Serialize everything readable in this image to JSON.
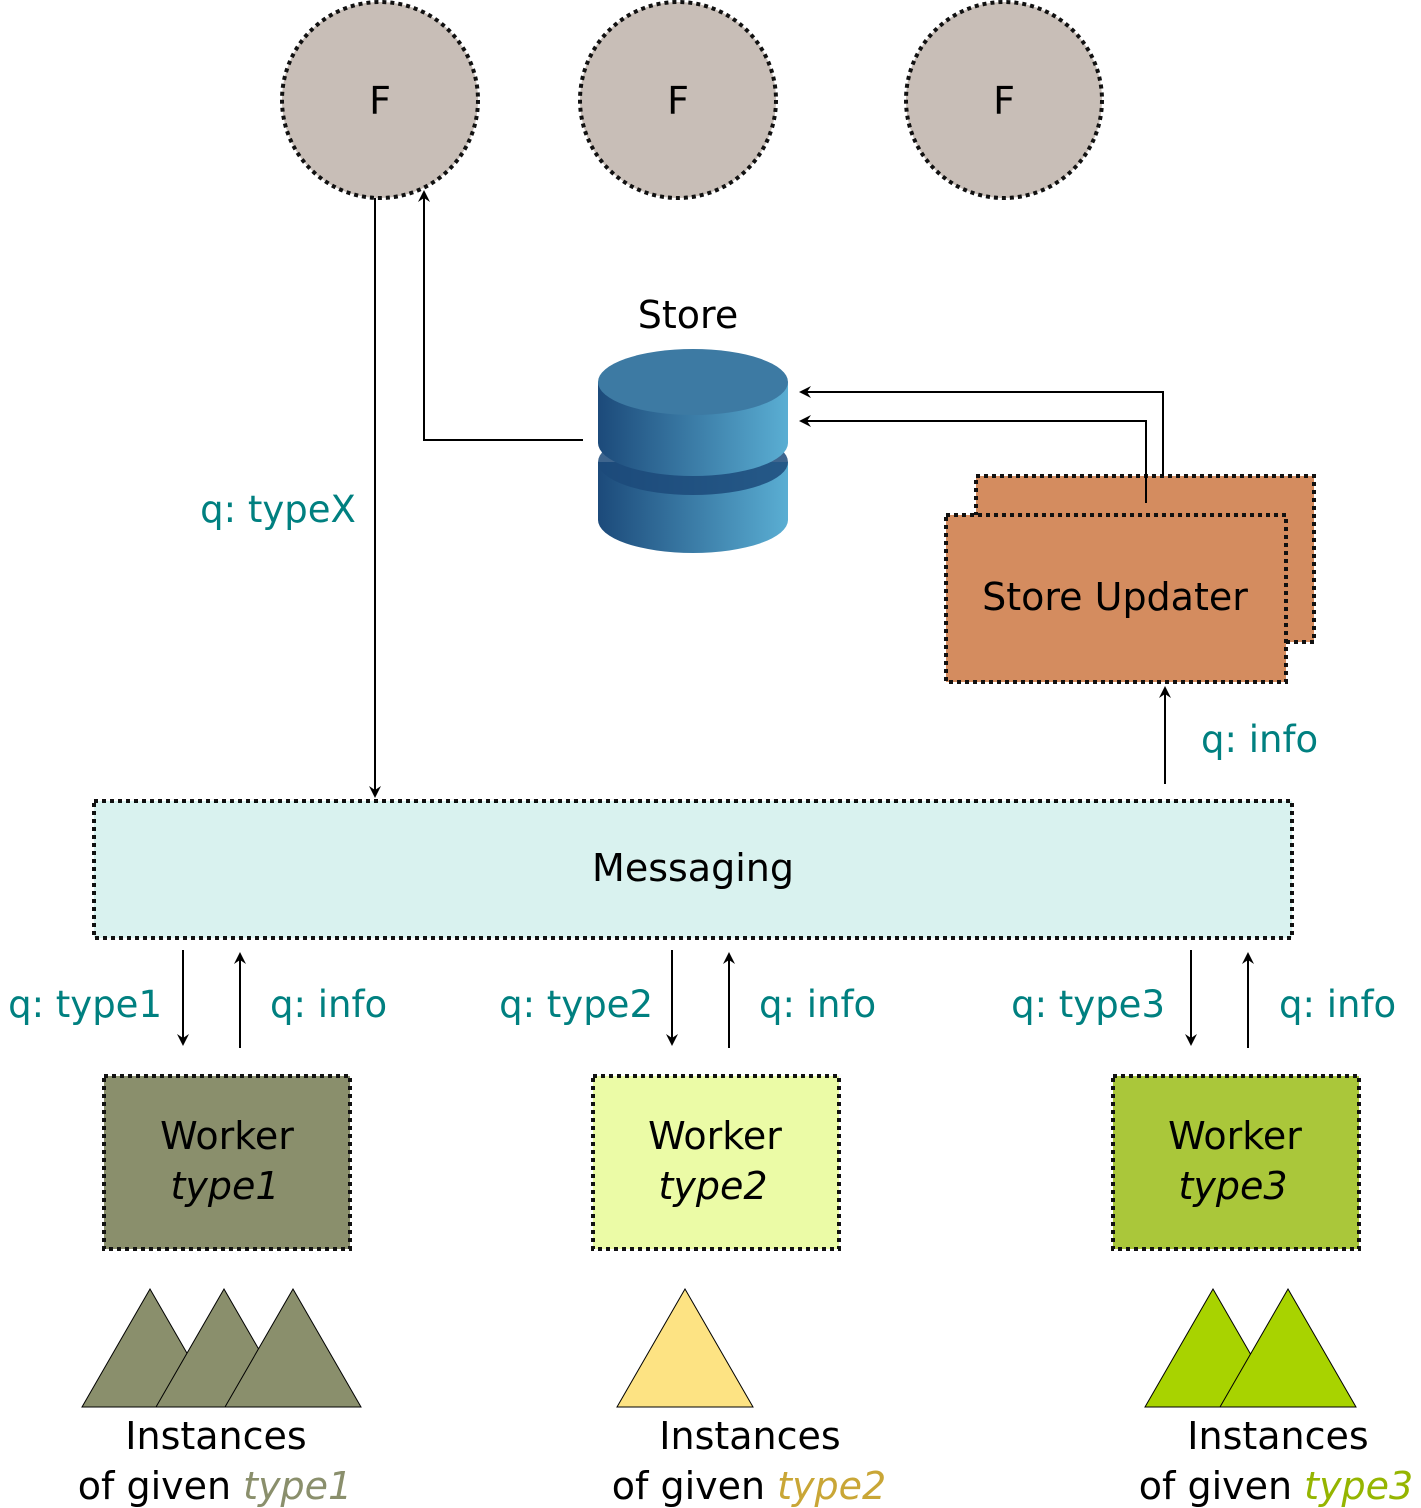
{
  "colors": {
    "f_node": "#c8beb7",
    "store_updater": "#d48c5f",
    "messaging": "#d9f2ef",
    "worker_type1": "#8a8f6c",
    "worker_type2": "#ebfba6",
    "worker_type3": "#aac73a",
    "instances_type1": "#8a8f6c",
    "instances_type2": "#fde383",
    "instances_type3": "#a8d300",
    "type1_text": "#8a8f6c",
    "type2_text": "#c9a636",
    "type3_text": "#95b500",
    "queue_text": "#008080",
    "store_dark": "#1c4a7a",
    "store_light": "#5aaed3"
  },
  "f_nodes": [
    {
      "label": "F"
    },
    {
      "label": "F"
    },
    {
      "label": "F"
    }
  ],
  "store": {
    "label": "Store"
  },
  "store_updater": {
    "label": "Store Updater"
  },
  "messaging": {
    "label": "Messaging"
  },
  "queues": {
    "typeX": "q: typeX",
    "updater_info": "q: info",
    "worker1_in": "q: type1",
    "worker1_out": "q: info",
    "worker2_in": "q: type2",
    "worker2_out": "q: info",
    "worker3_in": "q: type3",
    "worker3_out": "q: info"
  },
  "workers": [
    {
      "line1": "Worker",
      "line2": "type1"
    },
    {
      "line1": "Worker",
      "line2": "type2"
    },
    {
      "line1": "Worker",
      "line2": "type3"
    }
  ],
  "instances": [
    {
      "line1": "Instances",
      "line2_prefix": "of given ",
      "line2_type": "type1",
      "count": 3
    },
    {
      "line1": "Instances",
      "line2_prefix": "of given ",
      "line2_type": "type2",
      "count": 1
    },
    {
      "line1": "Instances",
      "line2_prefix": "of given ",
      "line2_type": "type3",
      "count": 2
    }
  ]
}
